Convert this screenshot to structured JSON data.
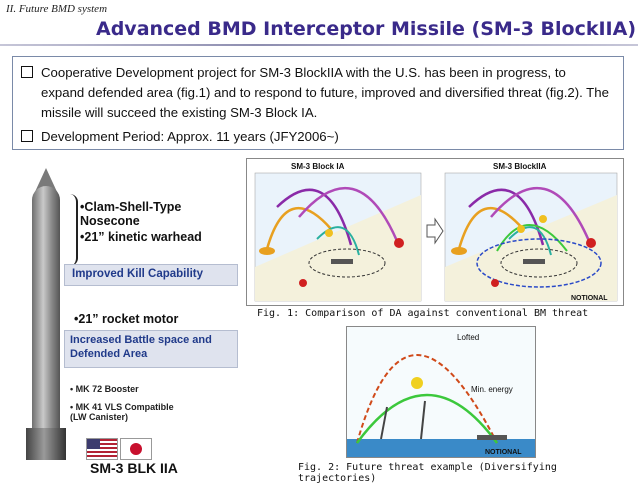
{
  "header": {
    "section_label": "II. Future BMD system",
    "title": "Advanced BMD Interceptor Missile (SM-3 BlockIIA)"
  },
  "bullets": [
    "Cooperative Development project for SM-3 BlockIIA with the U.S. has been in progress, to expand defended area (fig.1) and to respond to future, improved and diversified threat (fig.2).  The missile will succeed the existing SM-3 Block IA.",
    "Development Period: Approx. 11 years (JFY2006~)"
  ],
  "missile_panel": {
    "nosecone_label": "•Clam-Shell-Type Nosecone",
    "kkv_label": "•21” kinetic warhead",
    "kill_capability": "Improved  Kill Capability",
    "motor_label": "•21” rocket motor",
    "battle_space": "Increased Battle space and Defended Area",
    "booster_label": "• MK 72 Booster",
    "vls_label": "• MK 41 VLS Compatible (LW Canister)",
    "name_label": "SM-3 BLK IIA"
  },
  "fig1": {
    "left_label": "SM-3 Block IA",
    "right_label": "SM-3 BlockIIA",
    "notional": "NOTIONAL",
    "caption": "Fig. 1: Comparison of DA against conventional BM threat"
  },
  "fig2": {
    "lofted": "Lofted",
    "min_energy": "Min. energy",
    "notional": "NOTIONAL",
    "caption": "Fig. 2: Future threat example (Diversifying trajectories)"
  },
  "colors": {
    "title": "#3a2a8a",
    "label_box": "#dfe3ee",
    "label_text": "#203a8a",
    "lofted_path": "#d04a1a",
    "min_energy_path": "#3cc83c"
  },
  "icons": [
    "checkbox-bullet-icon",
    "arrow-right-icon",
    "us-flag-icon",
    "japan-flag-icon",
    "explosion-icon",
    "ship-icon"
  ]
}
